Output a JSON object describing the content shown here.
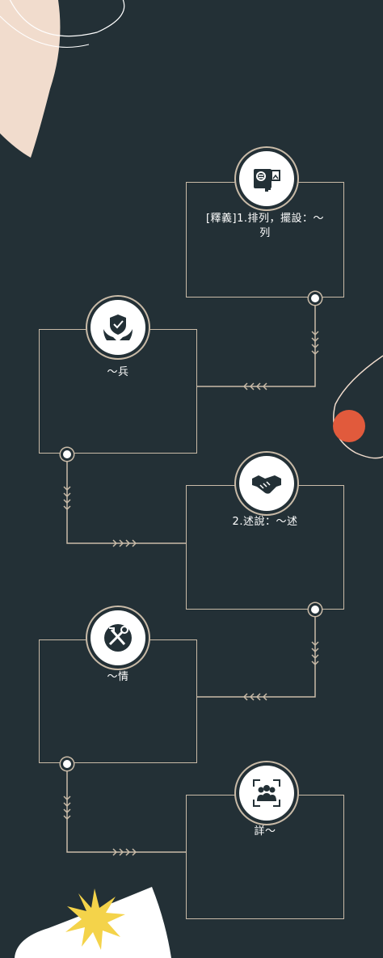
{
  "colors": {
    "background": "#233036",
    "line": "#c9bba8",
    "badge": "#ffffff",
    "peach": "#f1dccd",
    "orange": "#e15a3c",
    "sun": "#f4d34a"
  },
  "steps": [
    {
      "label": "[釋義]1.排列，擺設：～\n列",
      "icon": "magnifier-document-icon"
    },
    {
      "label": "～兵",
      "icon": "shield-hands-icon"
    },
    {
      "label": "2.述說：～述",
      "icon": "handshake-icon"
    },
    {
      "label": "～情",
      "icon": "tools-icon"
    },
    {
      "label": "詳～",
      "icon": "group-icon"
    }
  ]
}
